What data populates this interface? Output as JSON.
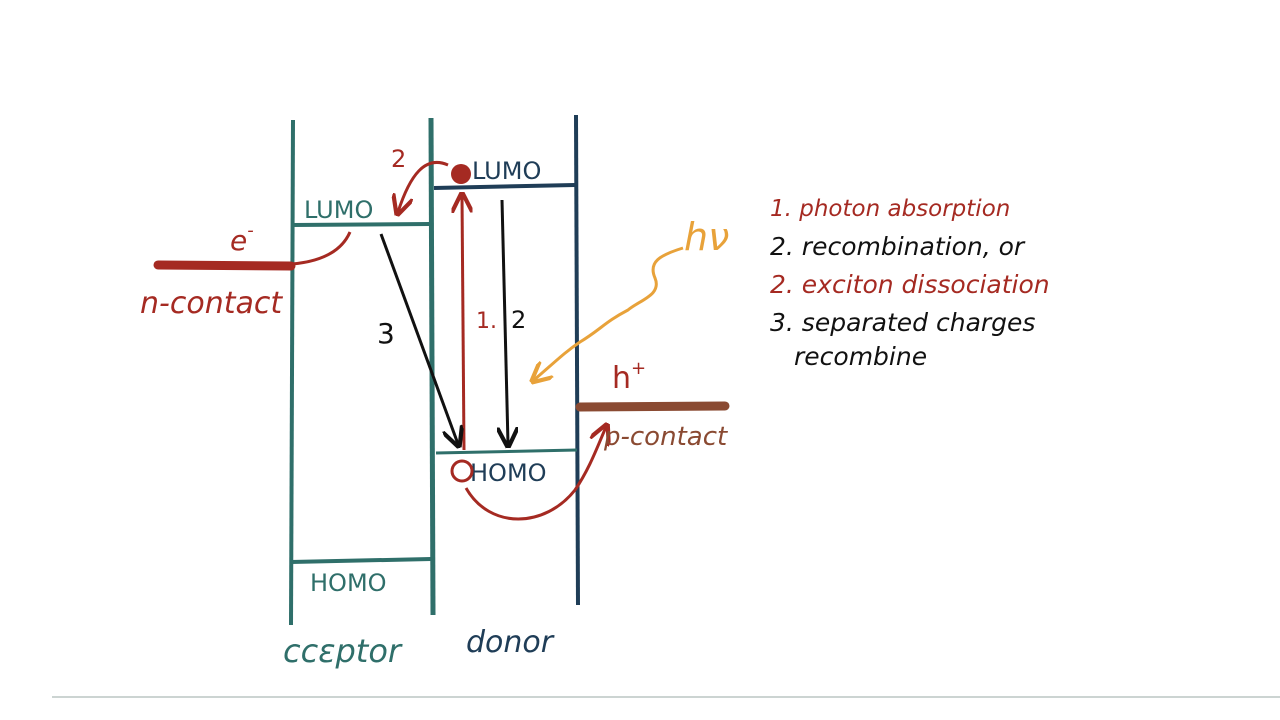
{
  "colors": {
    "teal": "#2f6f6a",
    "navy": "#1f3d57",
    "red": "#a52a22",
    "orange": "#e8a23a",
    "brown": "#8a4a32",
    "black": "#111111",
    "baseline": "#9aa8a6"
  },
  "labels": {
    "acceptor_lumo": "LUMO",
    "acceptor_homo": "HOMO",
    "donor_lumo": "LUMO",
    "donor_homo": "HOMO",
    "acceptor": "ccεptor",
    "donor": "donor",
    "n_contact": "n-contact",
    "p_contact": "p-contact",
    "electron": "e",
    "electron_sup": "-",
    "hole": "h",
    "hole_sup": "+",
    "photon": "hν",
    "arrow_1": "1.",
    "arrow_2_donor": "2",
    "arrow_2_transfer": "2",
    "arrow_3": "3"
  },
  "legend": {
    "item1": "1. photon absorption",
    "item2": "2. recombination, or",
    "item3": "2. exciton dissociation",
    "item4a": "3. separated charges",
    "item4b": "recombine"
  }
}
